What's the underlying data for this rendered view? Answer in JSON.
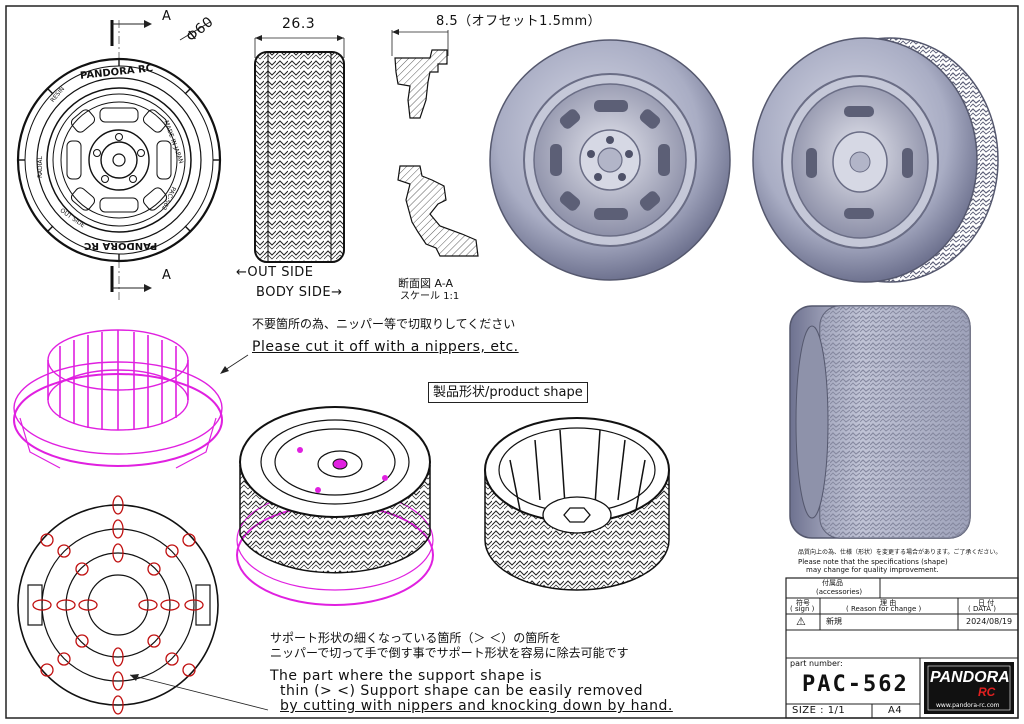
{
  "dims": {
    "width": "26.3",
    "offset": "8.5（オフセット1.5mm）",
    "diameter": "Φ60",
    "section_mark_top": "A",
    "section_mark_bottom": "A"
  },
  "side_labels": {
    "out_side": "←OUT SIDE",
    "body_side": "BODY SIDE→"
  },
  "section_view": {
    "title": "断面図 A-A",
    "scale": "スケール 1:1"
  },
  "tire_markings": {
    "brand_top": "PANDORA RC",
    "brand_bottom": "PANDORA RC",
    "made_in": "MADE IN JAPAN",
    "radial": "RADIAL",
    "resin": "RESIN",
    "out_side": "OUT SIDE",
    "part": "PAC-562"
  },
  "notes": {
    "cut_jp": "不要箇所の為、ニッパー等で切取りしてください",
    "cut_en": "Please cut it off with a nippers, etc.",
    "product_shape": "製品形状/product shape",
    "support_jp_1": "サポート形状の細くなっている箇所（＞ ＜）の箇所を",
    "support_jp_2": "ニッパーで切って手で倒す事でサポート形状を容易に除去可能です",
    "support_en_1": "The part where the support shape is",
    "support_en_2": "thin (> <) Support shape can be easily removed",
    "support_en_3": "by cutting with nippers and knocking down by hand."
  },
  "spec_notice": {
    "jp": "品質向上の為、仕様（形状）を変更する場合があります。ご了承ください。",
    "en_1": "Please note that the specifications (shape)",
    "en_2": "may change for quality improvement."
  },
  "title_block": {
    "accessories": "付属品\n(accessories)",
    "accessories_jp": "付属品",
    "accessories_en": "(accessories)",
    "sign_jp": "符号",
    "sign_en": "( sign )",
    "reason_jp": "理 由",
    "reason_en": "( Reason for change )",
    "date_jp": "日 付",
    "date_en": "( DATA )",
    "row_symbol": "⚠",
    "row_reason": "新規",
    "row_date": "2024/08/19",
    "part_number_label": "part number:",
    "part_number": "PAC-562",
    "size_label": "SIZE : 1/1",
    "paper": "A4",
    "logo_main": "PANDORA",
    "logo_sub": "RC",
    "logo_url": "www.pandora-rc.com"
  },
  "colors": {
    "line": "#1a1a1a",
    "support_magenta": "#e020e0",
    "marker_red": "#c01010",
    "render_fill": "#b9bcd0",
    "render_shade": "#7d8199"
  }
}
